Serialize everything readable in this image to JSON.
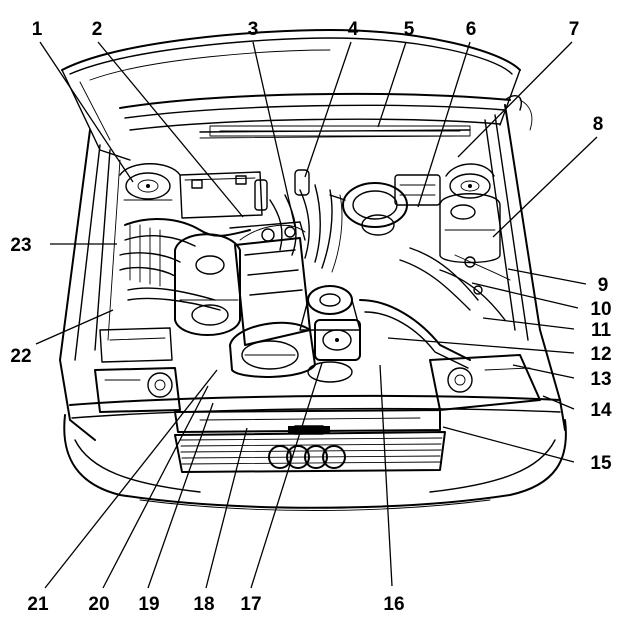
{
  "diagram": {
    "callouts": [
      {
        "n": "1"
      },
      {
        "n": "2"
      },
      {
        "n": "3"
      },
      {
        "n": "4"
      },
      {
        "n": "5"
      },
      {
        "n": "6"
      },
      {
        "n": "7"
      },
      {
        "n": "8"
      },
      {
        "n": "9"
      },
      {
        "n": "10"
      },
      {
        "n": "11"
      },
      {
        "n": "12"
      },
      {
        "n": "13"
      },
      {
        "n": "14"
      },
      {
        "n": "15"
      },
      {
        "n": "16"
      },
      {
        "n": "17"
      },
      {
        "n": "18"
      },
      {
        "n": "19"
      },
      {
        "n": "20"
      },
      {
        "n": "21"
      },
      {
        "n": "22"
      },
      {
        "n": "23"
      }
    ]
  }
}
